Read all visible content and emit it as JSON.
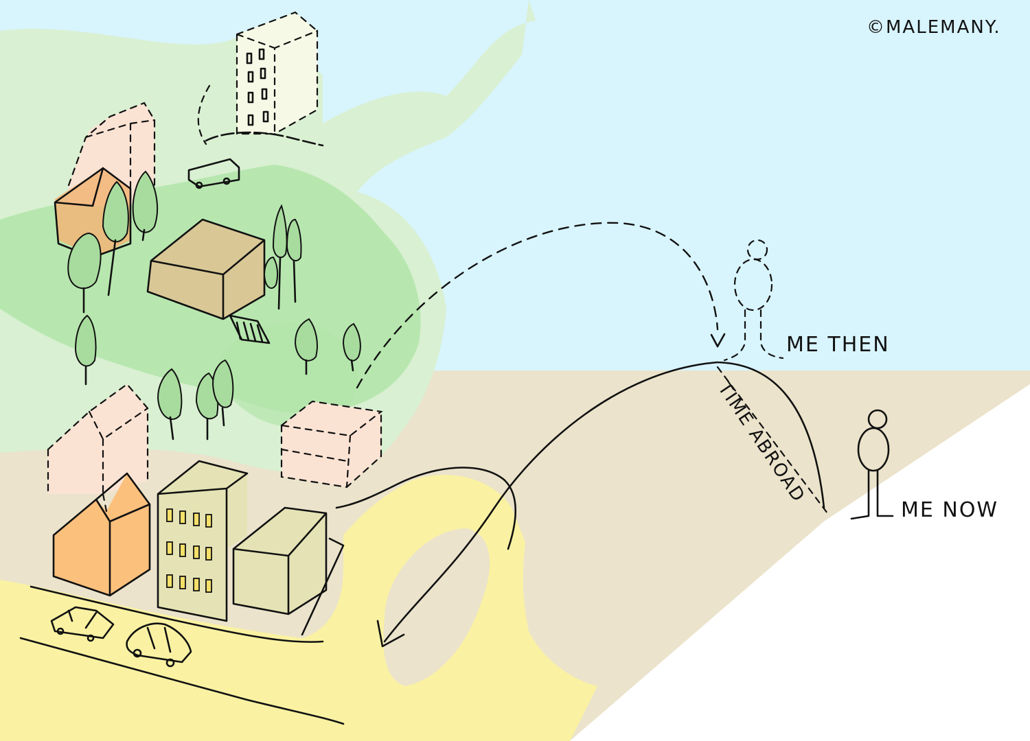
{
  "copyright": "©MALEMANY.",
  "labels": {
    "me_then": "ME THEN",
    "me_now": "ME NOW",
    "time_abroad": "TIME ABROAD"
  },
  "colors": {
    "sky": "#d8f4fc",
    "ground": "#ebe3cb",
    "pale_green": "#d9f0d2",
    "green": "#b2e5ab",
    "tan": "#d9c896",
    "khaki": "#e5e3b5",
    "orange": "#fbc07c",
    "pale_orange": "#fbe3d4",
    "road": "#faf2a2",
    "white": "#ffffff"
  }
}
